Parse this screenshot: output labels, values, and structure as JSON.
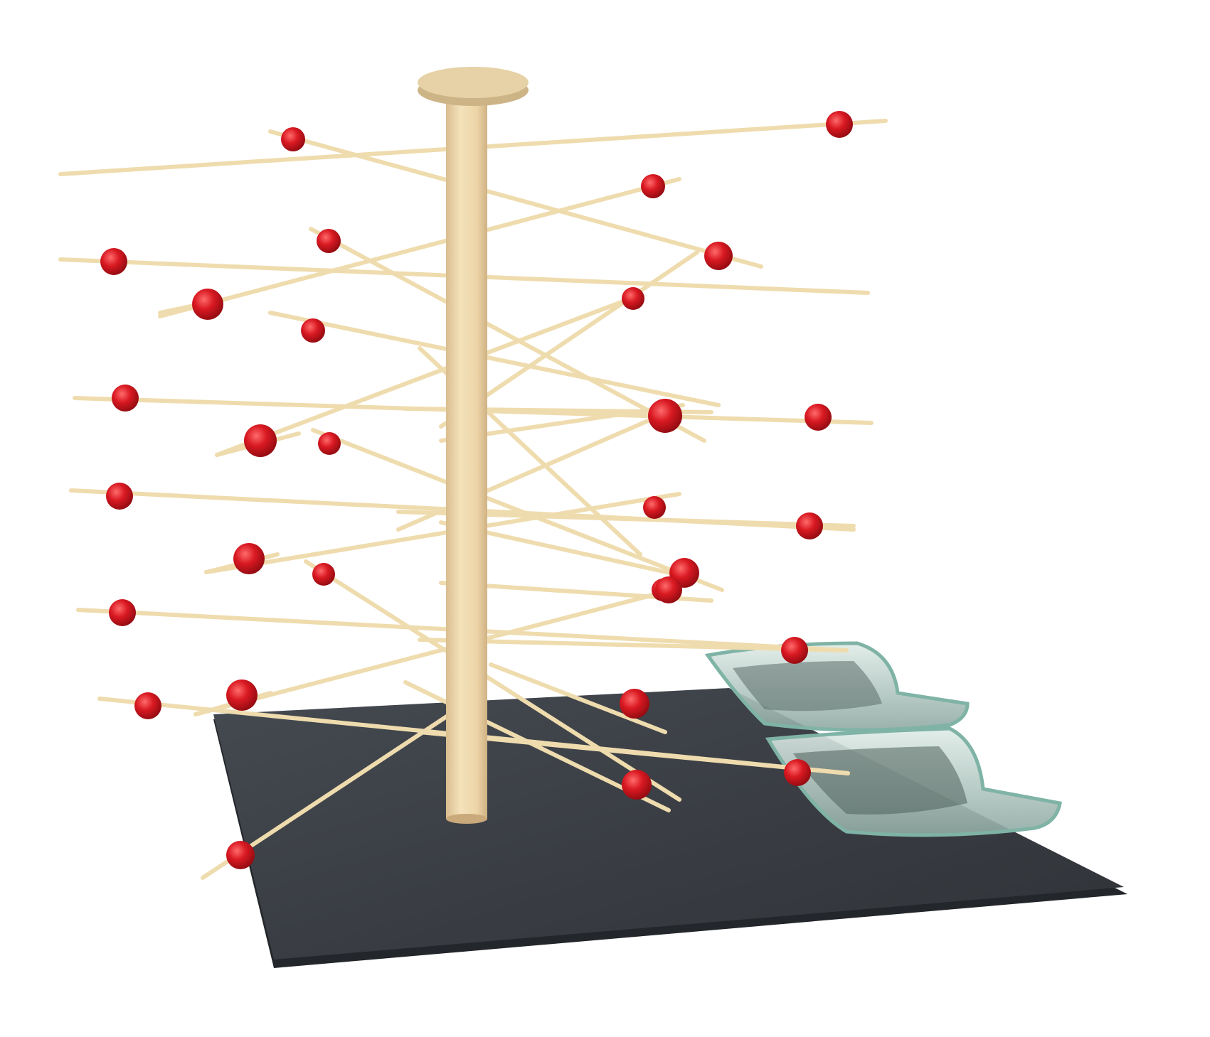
{
  "photo": {
    "subject": "skewer-display-tree",
    "background_color": "#ffffff",
    "colors": {
      "slate_base": "#3a3e44",
      "slate_edge": "#23262a",
      "pole_light": "#f1dcb1",
      "pole_shade": "#d8bd8e",
      "cap": "#e2cda0",
      "skewer": "#efdcae",
      "bead": "#d4141e",
      "bead_highlight": "#ff7a7a",
      "glass_fill": "#c7dcd6",
      "glass_edge": "#7fb3a5"
    },
    "counts": {
      "skewers": 32,
      "beads": 32,
      "glass_dishes": 2
    }
  }
}
